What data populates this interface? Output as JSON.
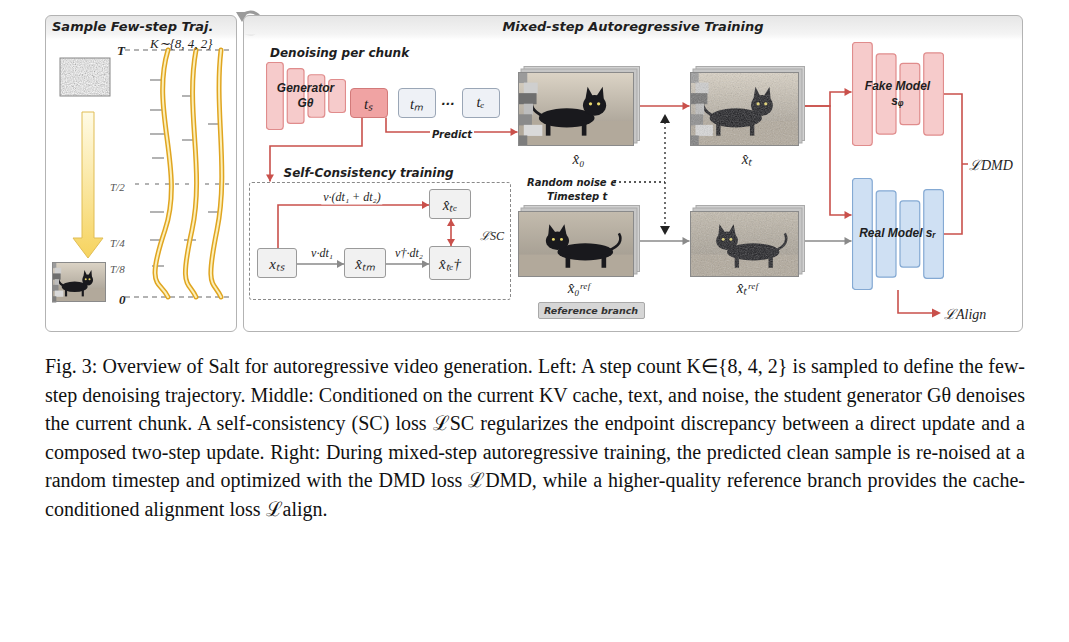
{
  "diagram": {
    "caption": "Fig. 3: Overview of Salt for autoregressive video generation. Left: A step count K∈{8, 4, 2} is sampled to define the few-step denoising trajectory. Middle: Conditioned on the current KV cache, text, and noise, the student generator Gθ denoises the current chunk. A self-consistency (SC) loss ℒSC regularizes the endpoint discrepancy between a direct update and a composed two-step update. Right: During mixed-step autoregressive training, the predicted clean sample is re-noised at a random timestep and optimized with the DMD loss ℒDMD, while a higher-quality reference branch provides the cache-conditioned alignment loss ℒalign.",
    "nodes": [
      {
        "text": [
          "Sample Few-step Traj."
        ]
      },
      {
        "text": [
          "Mixed-step Autoregressive Training"
        ]
      },
      {
        "text": [
          "Generator Gθ"
        ],
        "in": 1
      },
      {
        "text": [
          "tₛ"
        ],
        "in": 1
      },
      {
        "text": [
          "tₘ"
        ],
        "in": 1
      },
      {
        "text": [
          "tₑ"
        ],
        "in": 1
      },
      {
        "text": [
          "Self-Consistency training"
        ],
        "in": 1
      },
      {
        "text": [
          "xₜₛ"
        ],
        "in": 6
      },
      {
        "text": [
          "x̂ₜₑ"
        ],
        "in": 6
      },
      {
        "text": [
          "x̂ₜₘ"
        ],
        "in": 6
      },
      {
        "text": [
          "x̂ₜₑ†"
        ],
        "in": 6
      },
      {
        "text": [
          "x̂₀"
        ],
        "in": 1
      },
      {
        "text": [
          "x̂ₜ"
        ],
        "in": 1
      },
      {
        "text": [
          "x̂₀ʳᵉᶠ"
        ],
        "in": 1
      },
      {
        "text": [
          "x̂ₜʳᵉᶠ"
        ],
        "in": 1
      },
      {
        "text": [
          "Fake Model sᵩ"
        ],
        "in": 1
      },
      {
        "text": [
          "Real Model sᵣ"
        ],
        "in": 1
      },
      {
        "text": [
          "Reference branch"
        ],
        "in": 1
      }
    ],
    "edges": [
      {
        "from": 3,
        "to": 11,
        "arrow": "to",
        "label": "Predict"
      },
      {
        "from": 3,
        "to": 6,
        "arrow": "to"
      },
      {
        "from": 7,
        "to": 8,
        "arrow": "to",
        "label": "v·(dt₁ + dt₂)"
      },
      {
        "from": 7,
        "to": 9,
        "arrow": "to",
        "label": "v·dt₁"
      },
      {
        "from": 9,
        "to": 10,
        "arrow": "to",
        "label": "v†·dt₂"
      },
      {
        "from": 8,
        "to": 10,
        "arrow": "both",
        "label": "ℒSC"
      },
      {
        "from": 11,
        "to": 12,
        "arrow": "to"
      },
      {
        "from": 13,
        "to": 14,
        "arrow": "to"
      },
      {
        "from": 12,
        "to": 15,
        "arrow": "to"
      },
      {
        "from": 12,
        "to": 16,
        "arrow": "to"
      },
      {
        "from": 14,
        "to": 16,
        "arrow": "to"
      }
    ],
    "labels": [
      "K∼{8, 4, 2}",
      "T",
      "T/2",
      "T/4",
      "T/8",
      "0",
      "Denoising per chunk",
      "···",
      "Random noise ϵ",
      "Timestep t",
      "ℒDMD",
      "ℒAlign"
    ]
  }
}
